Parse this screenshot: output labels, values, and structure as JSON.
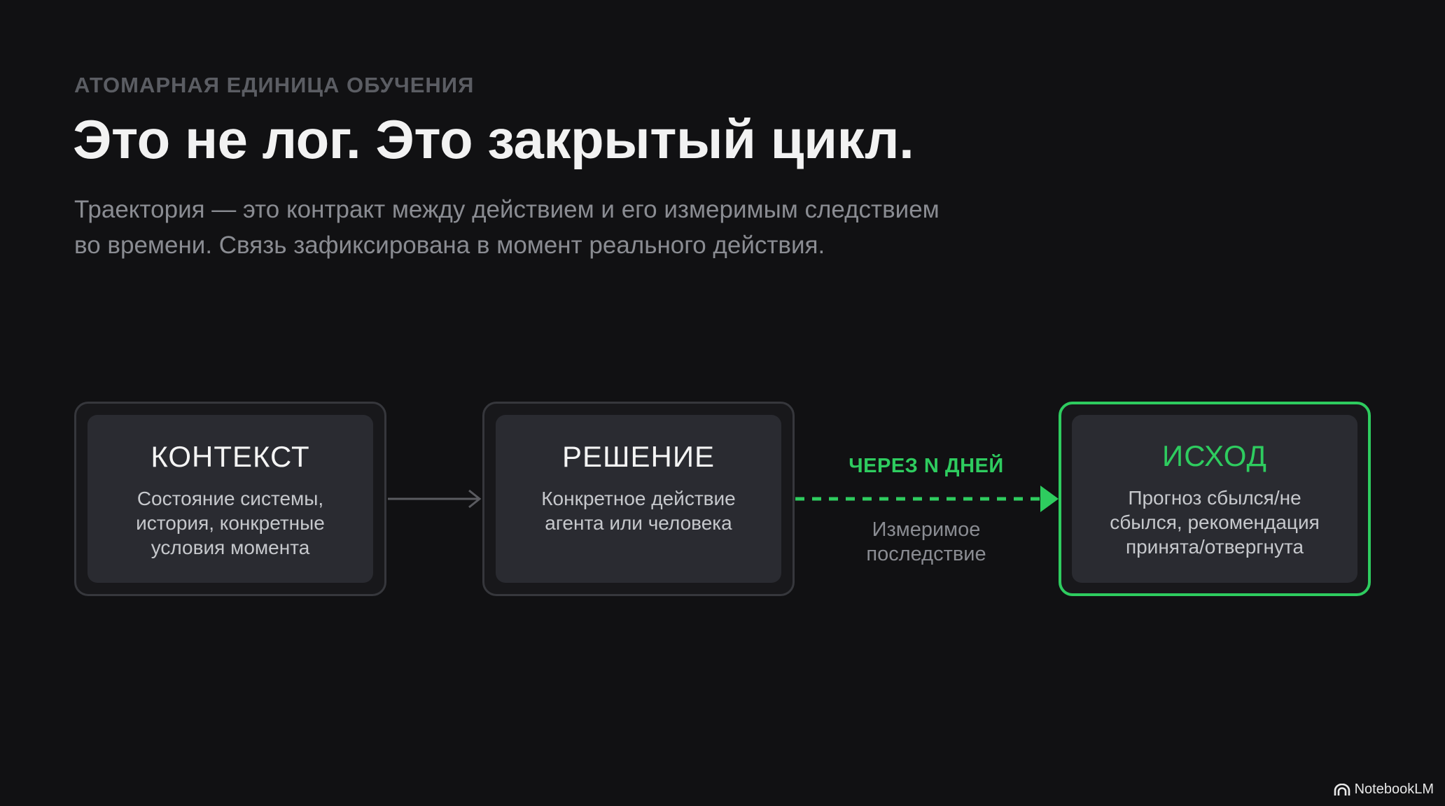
{
  "header": {
    "eyebrow": "АТОМАРНАЯ ЕДИНИЦА ОБУЧЕНИЯ",
    "title": "Это не лог. Это закрытый цикл.",
    "subtitle_lines": [
      "Траектория — это контракт между действием и его измеримым следствием",
      "во времени. Связь зафиксирована в момент реального действия."
    ]
  },
  "nodes": [
    {
      "title": "КОНТЕКСТ",
      "lines": [
        "Состояние системы,",
        "история, конкретные",
        "условия момента"
      ]
    },
    {
      "title": "РЕШЕНИЕ",
      "lines": [
        "Конкретное действие",
        "агента или человека"
      ]
    },
    {
      "title": "ИСХОД",
      "lines": [
        "Прогноз сбылся/не",
        "сбылся, рекомендация",
        "принята/отвергнута"
      ]
    }
  ],
  "link": {
    "label_top": "ЧЕРЕЗ N ДНЕЙ",
    "label_bottom_lines": [
      "Измеримое",
      "последствие"
    ]
  },
  "branding": {
    "icon": "notebooklm-logo-icon",
    "label": "NotebookLM"
  },
  "colors": {
    "background": "#111113",
    "accent": "#2ecc5f",
    "card_inner": "#2a2b31",
    "card_border": "#36373c"
  }
}
